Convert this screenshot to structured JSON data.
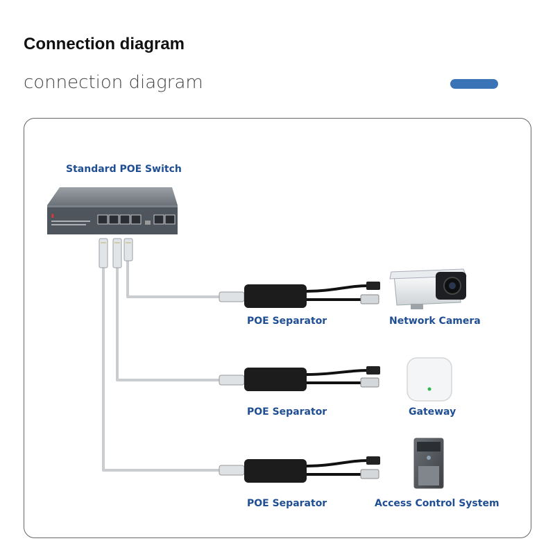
{
  "page": {
    "title": "Connection diagram",
    "subtitle": "connection diagram"
  },
  "colors": {
    "accent": "#3a74b7",
    "label": "#1f4e93",
    "cable": "#c9cdcf",
    "switch_body": "#5a6068"
  },
  "diagram": {
    "switch_label": "Standard POE Switch",
    "separator_label": "POE Separator",
    "devices": [
      {
        "name": "Network Camera",
        "icon": "camera-icon"
      },
      {
        "name": "Gateway",
        "icon": "router-icon"
      },
      {
        "name": "Access Control System",
        "icon": "access-panel-icon"
      }
    ]
  }
}
